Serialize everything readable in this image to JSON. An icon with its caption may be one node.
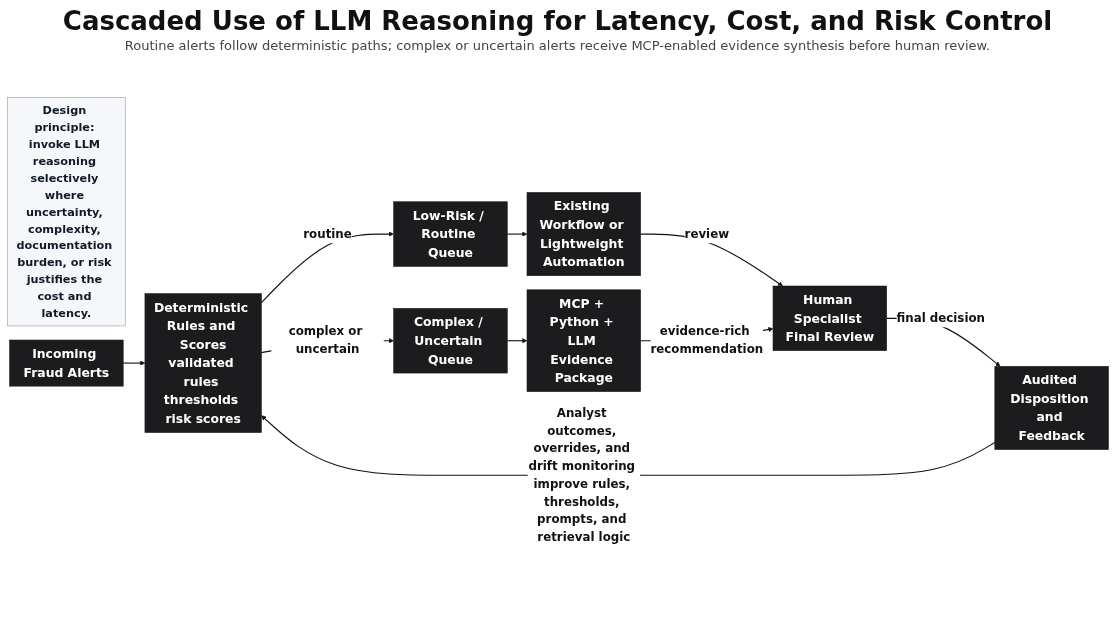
{
  "diagram": {
    "title": "Cascaded Use of LLM Reasoning for Latency, Cost, and Risk Control",
    "nodes": [
      {
        "text": [
          "Design principle: invoke LLM reasoning selectively where uncertainty, complexity, documentation burden, or risk justifies the cost and latency."
        ]
      },
      {
        "text": [
          "Incoming Fraud Alerts"
        ]
      },
      {
        "text": [
          "Deterministic Rules and Scores",
          "validated rules thresholds risk scores"
        ]
      },
      {
        "text": [
          "Low-Risk / Routine Queue"
        ]
      },
      {
        "text": [
          "Existing Workflow or Lightweight Automation"
        ]
      },
      {
        "text": [
          "Complex / Uncertain Queue"
        ]
      },
      {
        "text": [
          "MCP + Python + LLM Evidence Package"
        ]
      },
      {
        "text": [
          "Human Specialist Final Review"
        ]
      },
      {
        "text": [
          "Audited Disposition and Feedback"
        ]
      }
    ],
    "edges": [
      {
        "from": 1,
        "to": 2,
        "arrow": "to"
      },
      {
        "from": 2,
        "to": 3,
        "arrow": "to",
        "label": "routine"
      },
      {
        "from": 2,
        "to": 5,
        "arrow": "to",
        "label": "complex or uncertain"
      },
      {
        "from": 3,
        "to": 4,
        "arrow": "to"
      },
      {
        "from": 5,
        "to": 6,
        "arrow": "to"
      },
      {
        "from": 4,
        "to": 7,
        "arrow": "to",
        "label": "review"
      },
      {
        "from": 6,
        "to": 7,
        "arrow": "to",
        "label": "evidence-rich recommendation"
      },
      {
        "from": 7,
        "to": 8,
        "arrow": "to",
        "label": "final decision"
      },
      {
        "from": 8,
        "to": 2,
        "arrow": "to",
        "label": "Analyst outcomes, overrides, and drift monitoring improve rules, thresholds, prompts, and retrieval logic"
      }
    ],
    "labels": [
      "Routine alerts follow deterministic paths; complex or uncertain alerts receive MCP-enabled evidence synthesis before human review."
    ]
  }
}
